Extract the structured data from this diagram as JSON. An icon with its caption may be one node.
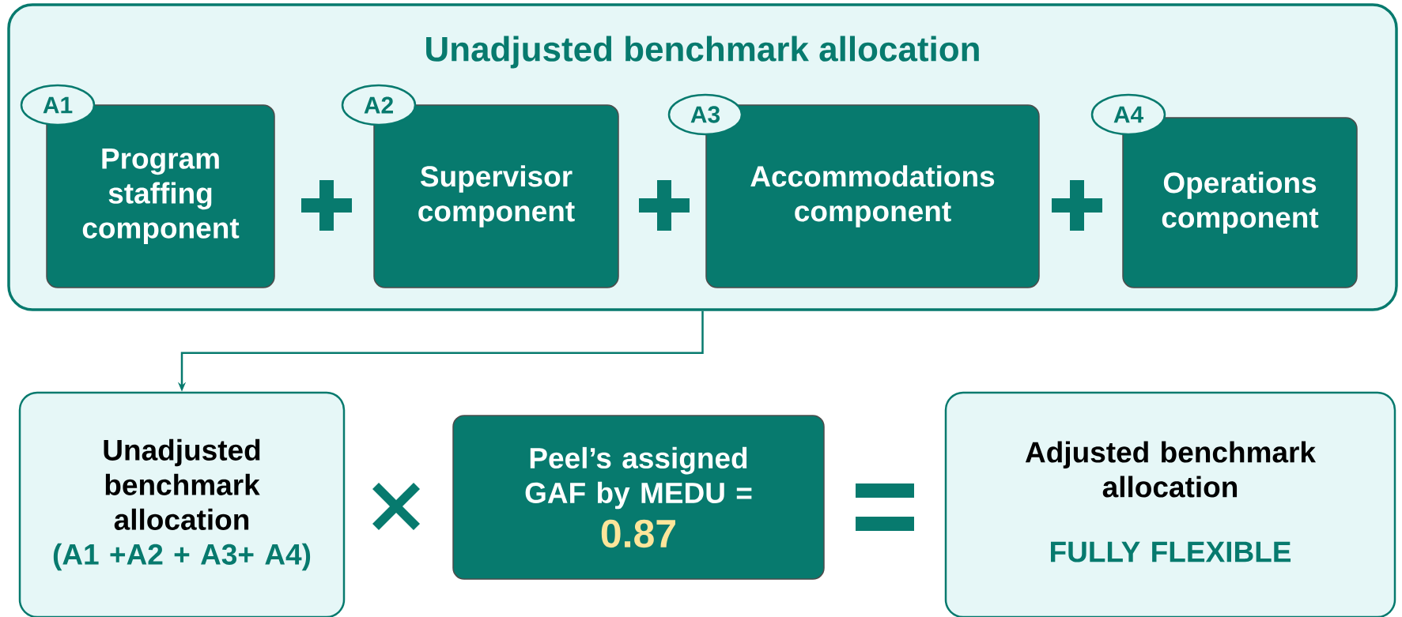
{
  "diagram": {
    "nodes": [
      {
        "text": [
          "Unadjusted benchmark allocation"
        ]
      },
      {
        "text": [
          "Program staffing component"
        ],
        "in": 0
      },
      {
        "text": [
          "Supervisor component"
        ],
        "in": 0
      },
      {
        "text": [
          "Accommodations component"
        ],
        "in": 0
      },
      {
        "text": [
          "Operations component"
        ],
        "in": 0
      },
      {
        "text": [
          "A1"
        ],
        "in": 0
      },
      {
        "text": [
          "A2"
        ],
        "in": 0
      },
      {
        "text": [
          "A3"
        ],
        "in": 0
      },
      {
        "text": [
          "A4"
        ],
        "in": 0
      },
      {
        "text": [
          "Unadjusted benchmark allocation",
          "(A1 +A2 + A3+ A4)"
        ]
      },
      {
        "text": [
          "Peel’s assigned GAF by MEDU =",
          "0.87"
        ]
      },
      {
        "text": [
          "Adjusted benchmark allocation",
          "FULLY FLEXIBLE"
        ]
      }
    ],
    "edges": [
      {
        "from": 0,
        "to": 9,
        "arrow": "to"
      }
    ]
  }
}
